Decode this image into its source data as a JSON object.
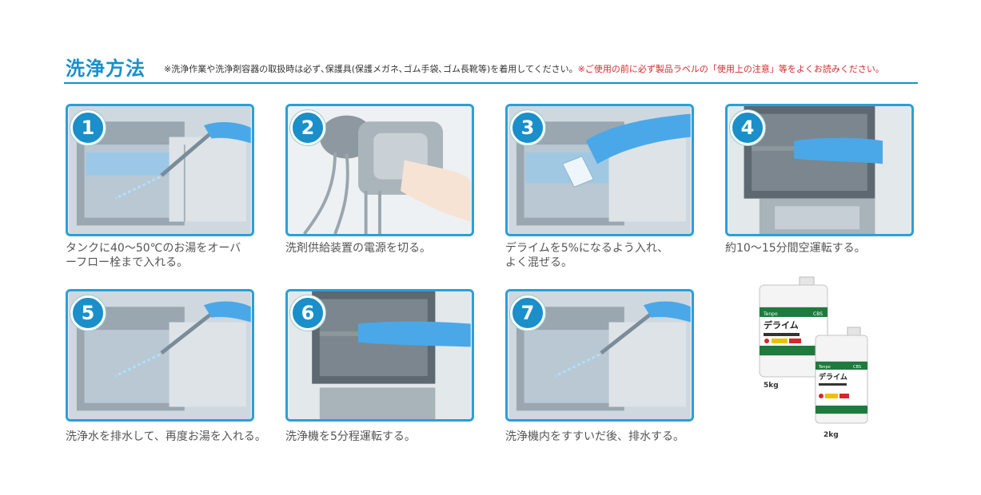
{
  "header": {
    "title": "洗浄方法",
    "note": "※洗浄作業や洗浄剤容器の取扱時は必ず､保護具(保護メガネ､ゴム手袋､ゴム長靴等)を着用してください。",
    "warning": "※ご使用の前に必ず製品ラベルの「使用上の注意」等をよくお読みください。"
  },
  "steps": [
    {
      "number": "1",
      "caption_line1": "タンクに40～50℃のお湯をオーバ",
      "caption_line2": "ーフロー栓まで入れる。"
    },
    {
      "number": "2",
      "caption_line1": "洗剤供給装置の電源を切る。",
      "caption_line2": ""
    },
    {
      "number": "3",
      "caption_line1": "デライムを5%になるよう入れ、",
      "caption_line2": "よく混ぜる。"
    },
    {
      "number": "4",
      "caption_line1": "約10～15分間空運転する。",
      "caption_line2": ""
    },
    {
      "number": "5",
      "caption_line1": "洗浄水を排水して、再度お湯を入れる。",
      "caption_line2": ""
    },
    {
      "number": "6",
      "caption_line1": "洗浄機を5分程運転する。",
      "caption_line2": ""
    },
    {
      "number": "7",
      "caption_line1": "洗浄機内をすすいだ後、排水する。",
      "caption_line2": ""
    }
  ],
  "products": {
    "large": {
      "brand": "Tenpo",
      "name": "デライム",
      "logo": "CBS",
      "size": "5kg"
    },
    "small": {
      "brand": "Tenpo",
      "name": "デライム",
      "logo": "CBS",
      "size": "2kg"
    }
  },
  "colors": {
    "accent": "#1a8fc9",
    "warning": "#d6282b",
    "glove": "#4aa8e8",
    "label_green": "#1f7a3d"
  }
}
